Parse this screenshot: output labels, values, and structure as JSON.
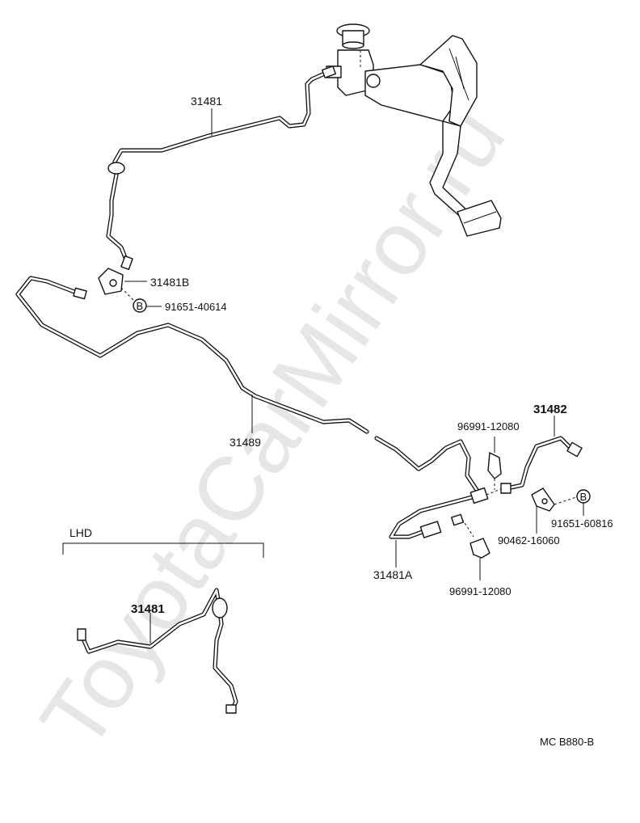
{
  "watermark": "ToyotaCarMirror.ru",
  "section": {
    "label": "LHD"
  },
  "callouts": {
    "pipe_upper": "31481",
    "bracket_upper": "31481B",
    "bolt_upper": "91651-40614",
    "pipe_long": "31489",
    "clip_upper": "96991-12080",
    "pipe_right": "31482",
    "bracket_right": "90462-16060",
    "bolt_right": "91651-60816",
    "hose": "31481A",
    "clip_lower": "96991-12080",
    "pipe_lhd": "31481",
    "bolt_marker": "B"
  },
  "diagram_code": "MC  B880-B"
}
